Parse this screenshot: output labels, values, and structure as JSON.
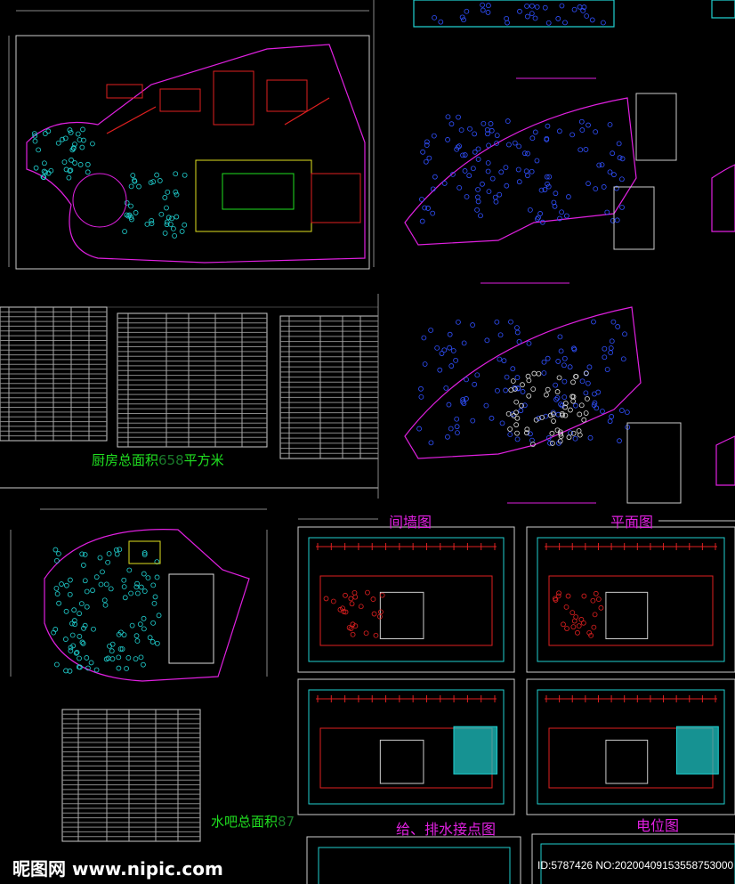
{
  "areas": {
    "kitchen_label": "厨房总面积",
    "kitchen_value": "658",
    "kitchen_unit": "平方米",
    "bar_label": "水吧总面积",
    "bar_value": "87"
  },
  "sheet_titles": {
    "partition": "间墙图",
    "plan": "平面图",
    "plumbing": "给、排水接点图",
    "electrical": "电位图"
  },
  "watermark": {
    "logo": "昵图网",
    "site": "www.nipic.com",
    "id": "ID:5787426 NO:20200409153558753000"
  },
  "colors": {
    "magenta": "#e020e0",
    "cyan": "#20d0d0",
    "green": "#20e020",
    "red": "#e02020",
    "yellow": "#e0e020",
    "blue": "#3050ff"
  }
}
